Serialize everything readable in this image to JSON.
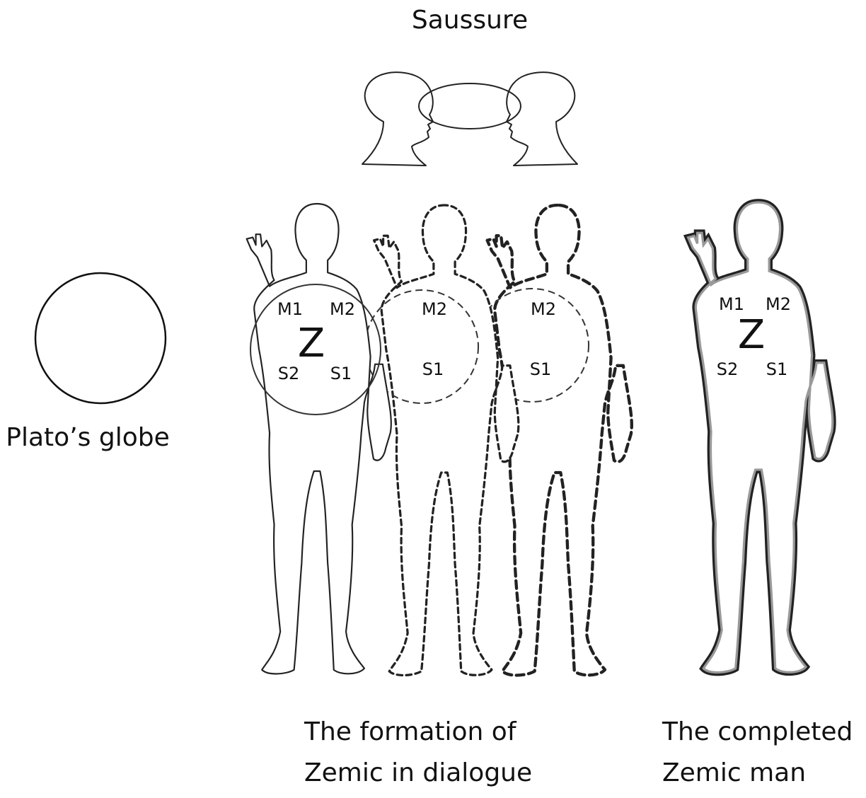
{
  "saussure_label": "Saussure",
  "plato_label": "Plato’s globe",
  "formation_caption": [
    "The formation of",
    "Zemic in dialogue"
  ],
  "completed_caption": [
    "The completed",
    "Zemic man"
  ],
  "figure1": {
    "m1": "M1",
    "m2": "M2",
    "z": "Z",
    "s2": "S2",
    "s1": "S1"
  },
  "figure2": {
    "m2": "M2",
    "s1": "S1"
  },
  "figure3": {
    "m2": "M2",
    "s1": "S1"
  },
  "figure4": {
    "m1": "M1",
    "m2": "M2",
    "z": "Z",
    "s2": "S2",
    "s1": "S1"
  }
}
